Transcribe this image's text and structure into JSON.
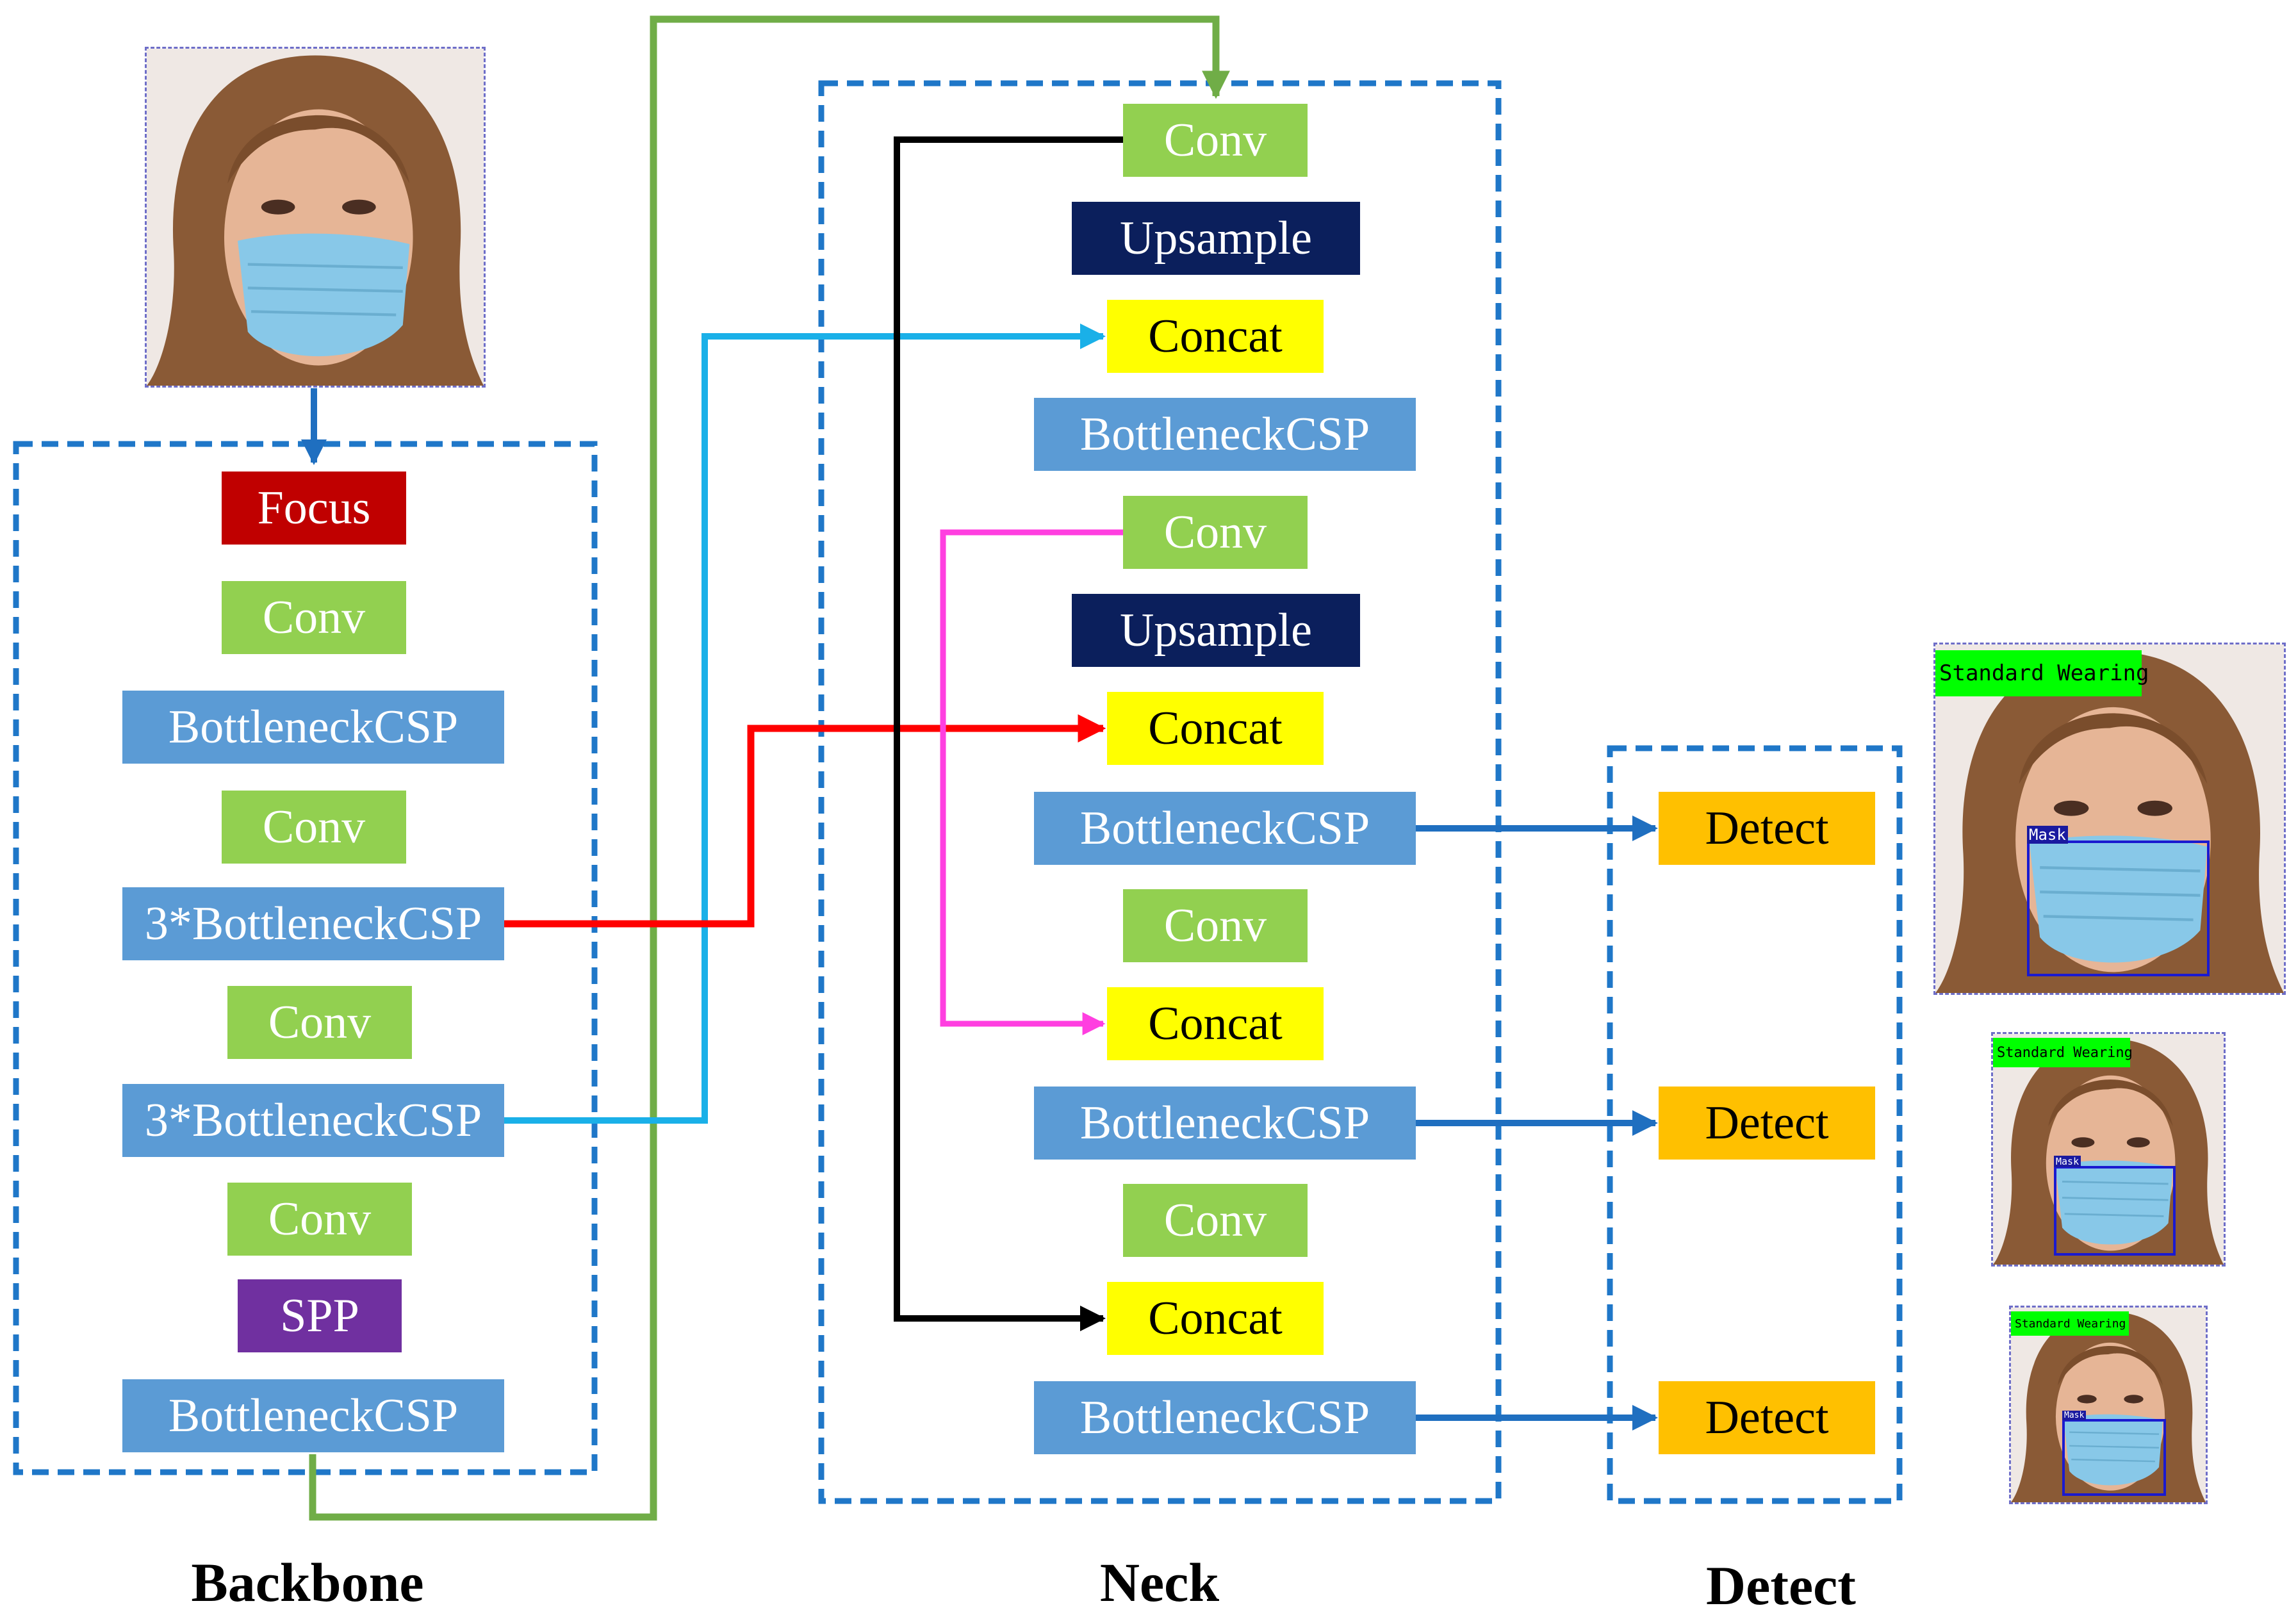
{
  "backbone": {
    "title": "Backbone",
    "blocks": [
      "Focus",
      "Conv",
      "BottleneckCSP",
      "Conv",
      "3*BottleneckCSP",
      "Conv",
      "3*BottleneckCSP",
      "Conv",
      "SPP",
      "BottleneckCSP"
    ]
  },
  "neck": {
    "title": "Neck",
    "blocks": [
      "Conv",
      "Upsample",
      "Concat",
      "BottleneckCSP",
      "Conv",
      "Upsample",
      "Concat",
      "BottleneckCSP",
      "Conv",
      "Concat",
      "BottleneckCSP",
      "Conv",
      "Concat",
      "BottleneckCSP"
    ]
  },
  "detect": {
    "title": "Detect",
    "blocks": [
      "Detect",
      "Detect",
      "Detect"
    ]
  },
  "outputs": {
    "class_label": "Standard Wearing",
    "box_label": "Mask"
  },
  "colors": {
    "conv": "#92d050",
    "bottleneck": "#5b9bd5",
    "focus": "#c00000",
    "spp": "#7030a0",
    "upsample": "#0b1f5c",
    "concat": "#ffff00",
    "detect": "#ffc000",
    "frame": "#1f77c8",
    "link_green": "#70ad47",
    "link_cyan": "#1ab0e8",
    "link_red": "#ff0000",
    "link_magenta": "#ff3fe0",
    "link_black": "#000000",
    "link_blue": "#1f6fc0"
  }
}
